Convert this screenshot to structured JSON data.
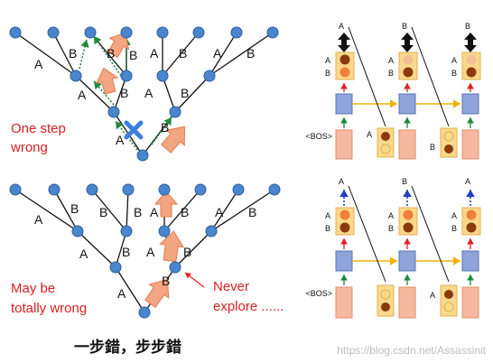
{
  "top_tree": {
    "labels": [
      "A",
      "B",
      "A",
      "B",
      "A",
      "B",
      "B",
      "A",
      "B",
      "B",
      "A",
      "B",
      "A",
      "B"
    ],
    "annotation_lines": [
      "One step",
      "wrong"
    ]
  },
  "bottom_tree": {
    "labels": [
      "A",
      "B",
      "A",
      "B",
      "A",
      "B",
      "B",
      "A",
      "B",
      "B",
      "A",
      "B",
      "A",
      "B"
    ],
    "annotation_lines": [
      "May be",
      "totally wrong"
    ],
    "never_explore": [
      "Never",
      "explore ......"
    ]
  },
  "top_seq": {
    "top_tokens": [
      "A",
      "B",
      "B"
    ],
    "box_labels": [
      [
        "A",
        "B"
      ],
      [
        "A",
        "B"
      ],
      [
        "A",
        "B"
      ]
    ],
    "bos": "<BOS>",
    "input_label_left": "A",
    "input_label_right": "B"
  },
  "bottom_seq": {
    "top_tokens": [
      "A",
      "B",
      "A"
    ],
    "box_labels": [
      [
        "A",
        "B"
      ],
      [
        "A",
        "B"
      ],
      [
        "A",
        "B"
      ]
    ],
    "bos": "<BOS>",
    "input_label_right": "A"
  },
  "caption": "一步錯，步步錯",
  "watermark": "https://blog.csdn.net/Assassinit",
  "colors": {
    "node": "#4a86cd",
    "node_edge": "#2c5f9e",
    "arrow_fill": "#f4a582",
    "rnn_box": "#8fa4d9",
    "input_box": "#f6b8a0",
    "prob_box": "#fbd98a",
    "dark_ball": "#8b3a0e",
    "orange_ball": "#f07f3c",
    "light_ball": "#f4c09a",
    "text_red": "#d62020",
    "green_dot": "#1b8a3c",
    "blue_dot": "#1f3ec8",
    "yellow_arrow": "#f2b200"
  }
}
